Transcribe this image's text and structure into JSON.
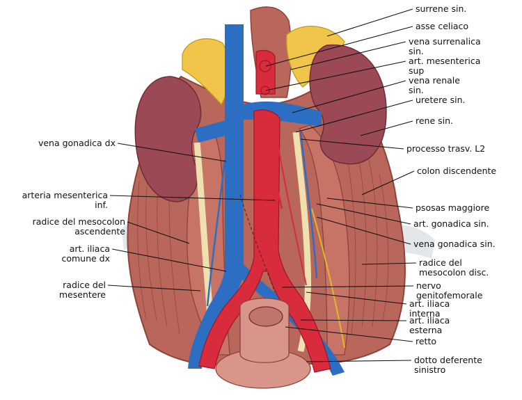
{
  "colors": {
    "muscle": "#b8675a",
    "muscle_dark": "#8e4238",
    "kidney": "#9b4a55",
    "adrenal": "#f0c54a",
    "aorta": "#d82c3c",
    "vena_cava": "#2c6fc2",
    "ureter": "#efe0b0",
    "peritoneum": "#e3e7ea",
    "rectum": "#d9958a",
    "label": "#111111"
  },
  "labels_right": [
    {
      "id": "surrene-sin",
      "lines": [
        "surrene sin."
      ]
    },
    {
      "id": "asse-celiaco",
      "lines": [
        "asse celiaco"
      ]
    },
    {
      "id": "vena-surrenalica-sin",
      "lines": [
        "vena surrenalica",
        "sin."
      ]
    },
    {
      "id": "art-mesenterica-sup",
      "lines": [
        "art. mesenterica",
        "sup"
      ]
    },
    {
      "id": "vena-renale-sin",
      "lines": [
        "vena renale",
        "sin."
      ]
    },
    {
      "id": "uretere-sin",
      "lines": [
        "uretere sin."
      ]
    },
    {
      "id": "rene-sin",
      "lines": [
        "rene sin."
      ]
    },
    {
      "id": "processo-trasv-l2",
      "lines": [
        "processo trasv. L2"
      ]
    },
    {
      "id": "colon-discendente",
      "lines": [
        "colon discendente"
      ]
    },
    {
      "id": "psosas-maggiore",
      "lines": [
        "psosas maggiore"
      ]
    },
    {
      "id": "art-gonadica-sin",
      "lines": [
        "art. gonadica sin."
      ]
    },
    {
      "id": "vena-gonadica-sin",
      "lines": [
        "vena gonadica sin."
      ]
    },
    {
      "id": "radice-mesocolon-disc",
      "lines": [
        "radice del",
        "mesocolon disc."
      ]
    },
    {
      "id": "nervo-genitofemorale",
      "lines": [
        "nervo",
        "genitofemorale"
      ]
    },
    {
      "id": "art-iliaca-interna",
      "lines": [
        "art. iliaca",
        "interna"
      ]
    },
    {
      "id": "art-iliaca-esterna",
      "lines": [
        "art. iliaca",
        "esterna"
      ]
    },
    {
      "id": "retto",
      "lines": [
        "retto"
      ]
    },
    {
      "id": "dotto-deferente-sinistro",
      "lines": [
        "dotto deferente",
        "sinistro"
      ]
    }
  ],
  "labels_left": [
    {
      "id": "vena-gonadica-dx",
      "lines": [
        "vena gonadica dx"
      ]
    },
    {
      "id": "arteria-mesenterica-inf",
      "lines": [
        "arteria mesenterica",
        "inf."
      ]
    },
    {
      "id": "radice-mesocolon-ascendente",
      "lines": [
        "radice del mesocolon",
        "ascendente"
      ]
    },
    {
      "id": "art-iliaca-comune-dx",
      "lines": [
        "art. iliaca",
        "comune dx"
      ]
    },
    {
      "id": "radice-mesentere",
      "lines": [
        "radice del",
        "mesentere"
      ]
    }
  ]
}
